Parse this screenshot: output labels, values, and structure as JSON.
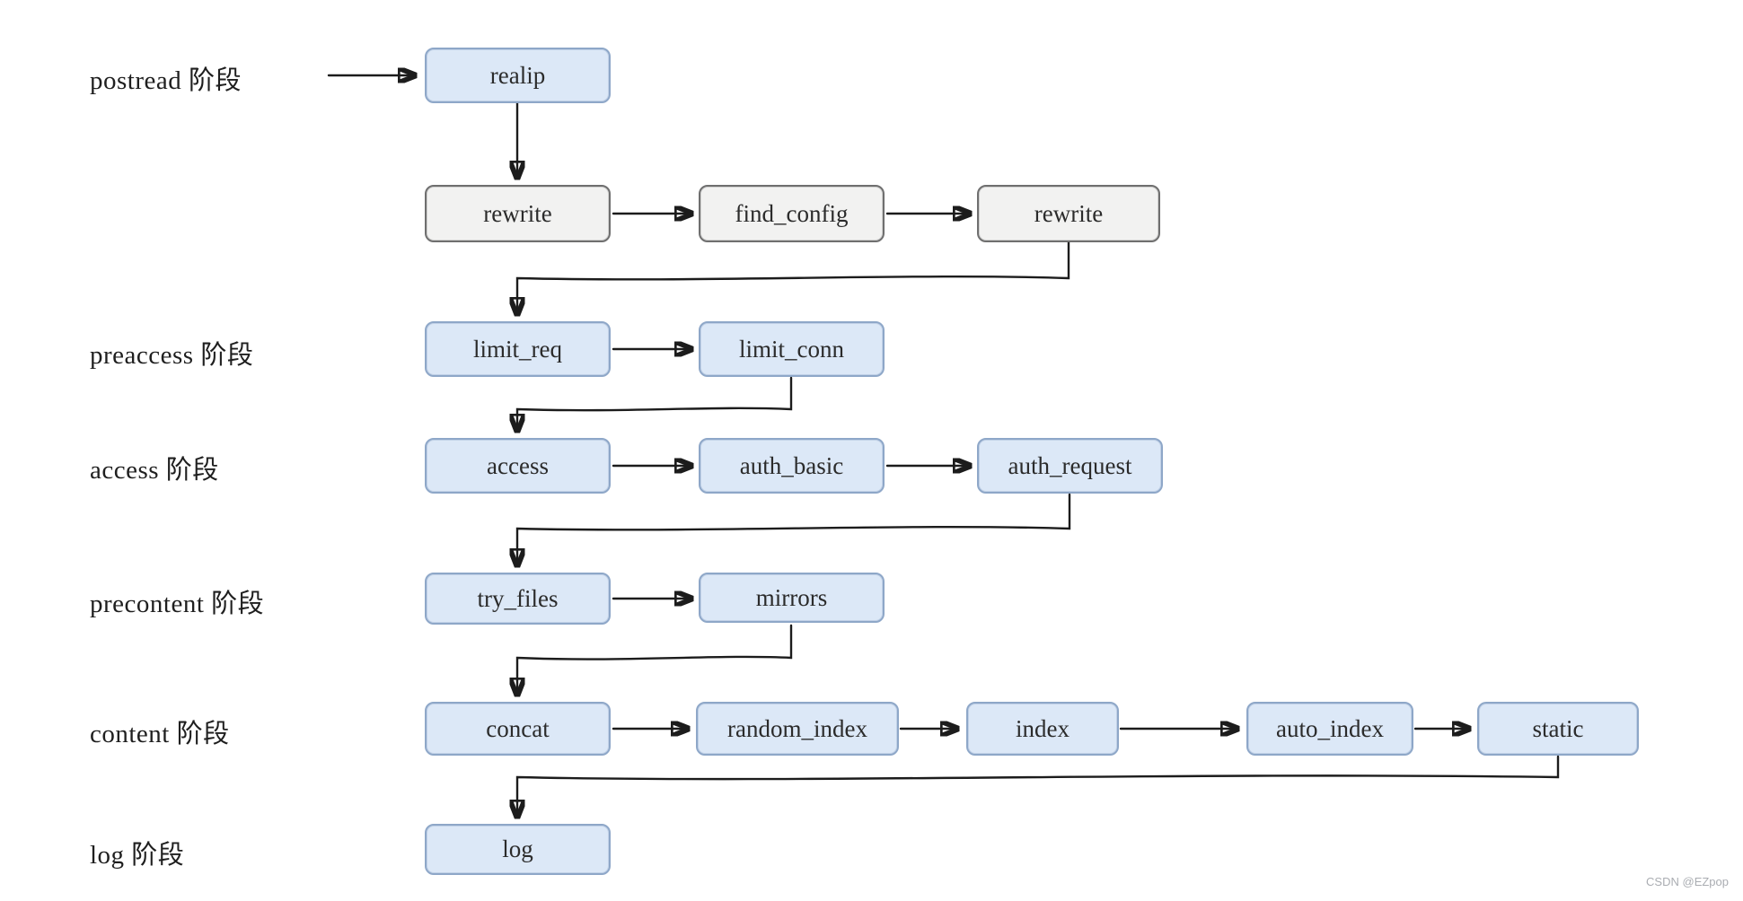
{
  "diagram": {
    "title_hint": "nginx HTTP request processing phases and modules",
    "phases": [
      "postread 阶段",
      "preaccess 阶段",
      "access 阶段",
      "precontent 阶段",
      "content 阶段",
      "log 阶段"
    ],
    "nodes": [
      {
        "id": "realip",
        "label": "realip",
        "kind": "blue"
      },
      {
        "id": "rewrite-1",
        "label": "rewrite",
        "kind": "gray"
      },
      {
        "id": "find-config",
        "label": "find_config",
        "kind": "gray"
      },
      {
        "id": "rewrite-2",
        "label": "rewrite",
        "kind": "gray"
      },
      {
        "id": "limit-req",
        "label": "limit_req",
        "kind": "blue"
      },
      {
        "id": "limit-conn",
        "label": "limit_conn",
        "kind": "blue"
      },
      {
        "id": "access",
        "label": "access",
        "kind": "blue"
      },
      {
        "id": "auth-basic",
        "label": "auth_basic",
        "kind": "blue"
      },
      {
        "id": "auth-request",
        "label": "auth_request",
        "kind": "blue"
      },
      {
        "id": "try-files",
        "label": "try_files",
        "kind": "blue"
      },
      {
        "id": "mirrors",
        "label": "mirrors",
        "kind": "blue"
      },
      {
        "id": "concat",
        "label": "concat",
        "kind": "blue"
      },
      {
        "id": "random-index",
        "label": "random_index",
        "kind": "blue"
      },
      {
        "id": "index",
        "label": "index",
        "kind": "blue"
      },
      {
        "id": "auto-index",
        "label": "auto_index",
        "kind": "blue"
      },
      {
        "id": "static",
        "label": "static",
        "kind": "blue"
      },
      {
        "id": "log",
        "label": "log",
        "kind": "blue"
      }
    ],
    "edges": [
      {
        "from": "start",
        "to": "realip"
      },
      {
        "from": "realip",
        "to": "rewrite-1"
      },
      {
        "from": "rewrite-1",
        "to": "find-config"
      },
      {
        "from": "find-config",
        "to": "rewrite-2"
      },
      {
        "from": "rewrite-2",
        "to": "limit-req"
      },
      {
        "from": "limit-req",
        "to": "limit-conn"
      },
      {
        "from": "limit-conn",
        "to": "access"
      },
      {
        "from": "access",
        "to": "auth-basic"
      },
      {
        "from": "auth-basic",
        "to": "auth-request"
      },
      {
        "from": "auth-request",
        "to": "try-files"
      },
      {
        "from": "try-files",
        "to": "mirrors"
      },
      {
        "from": "mirrors",
        "to": "concat"
      },
      {
        "from": "concat",
        "to": "random-index"
      },
      {
        "from": "random-index",
        "to": "index"
      },
      {
        "from": "index",
        "to": "auto-index"
      },
      {
        "from": "auto-index",
        "to": "static"
      },
      {
        "from": "static",
        "to": "log"
      }
    ],
    "colors": {
      "node_fill_blue": "#dce8f7",
      "node_border_blue": "#8ea7c8",
      "node_fill_gray": "#f2f2f1",
      "node_border_gray": "#6f6f6f",
      "line": "#1c1c1c",
      "background": "#ffffff"
    }
  },
  "watermark": "CSDN @EZpop"
}
